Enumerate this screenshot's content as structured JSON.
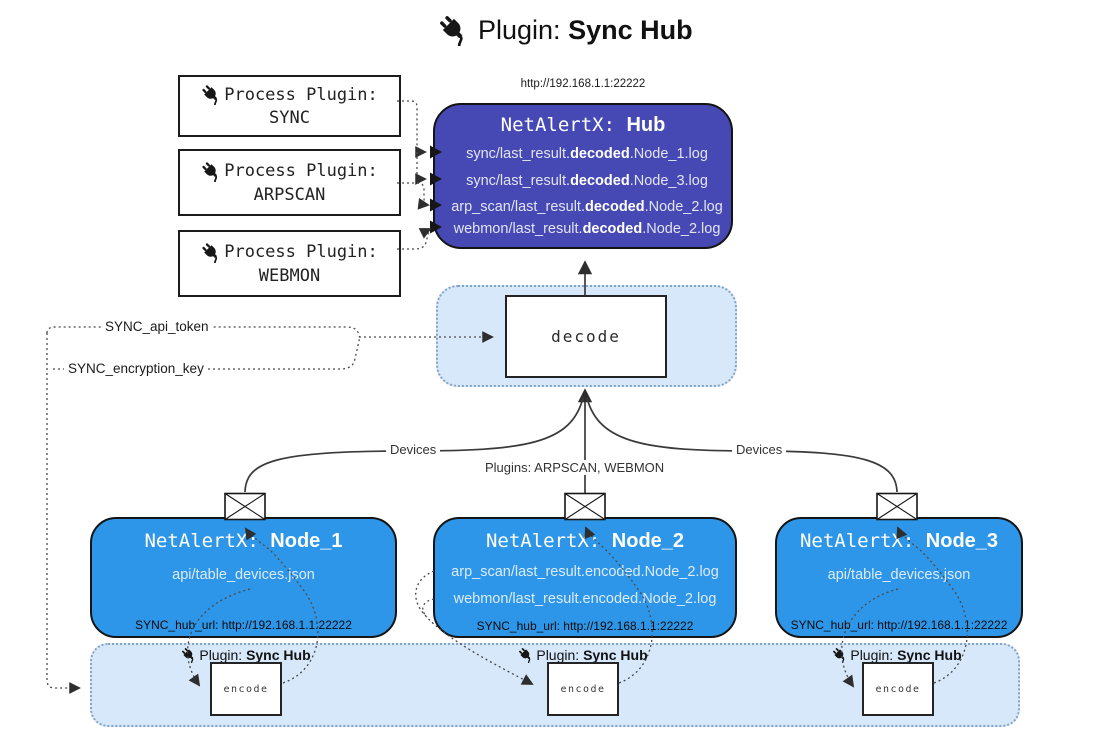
{
  "title": {
    "icon": "plug-icon",
    "pre": "Plugin: ",
    "bold": "Sync Hub"
  },
  "process_plugins": [
    {
      "label": "Process Plugin:",
      "name": "SYNC"
    },
    {
      "label": "Process Plugin:",
      "name": "ARPSCAN"
    },
    {
      "label": "Process Plugin:",
      "name": "WEBMON"
    }
  ],
  "hub": {
    "url": "http://192.168.1.1:22222",
    "title_pre": "NetAlertX: ",
    "title_bold": "Hub",
    "files": [
      {
        "pre": "sync/last_result.",
        "bold": "decoded",
        "post": ".Node_1.log"
      },
      {
        "pre": "sync/last_result.",
        "bold": "decoded",
        "post": ".Node_3.log"
      },
      {
        "pre": "arp_scan/last_result.",
        "bold": "decoded",
        "post": ".Node_2.log"
      },
      {
        "pre": "webmon/last_result.",
        "bold": "decoded",
        "post": ".Node_2.log"
      }
    ]
  },
  "decode": {
    "label": "decode"
  },
  "tokens": {
    "api_token": "SYNC_api_token",
    "encryption_key": "SYNC_encryption_key"
  },
  "edges": {
    "devices_left": "Devices",
    "devices_right": "Devices",
    "plugins_label": "Plugins: ARPSCAN, WEBMON"
  },
  "nodes": [
    {
      "title_pre": "NetAlertX: ",
      "title_bold": "Node_1",
      "files": [
        "api/table_devices.json"
      ],
      "hub_url": "SYNC_hub_url: http://192.168.1.1:22222"
    },
    {
      "title_pre": "NetAlertX: ",
      "title_bold": "Node_2",
      "files": [
        "arp_scan/last_result.encoded.Node_2.log",
        "webmon/last_result.encoded.Node_2.log"
      ],
      "hub_url": "SYNC_hub_url: http://192.168.1.1:22222"
    },
    {
      "title_pre": "NetAlertX: ",
      "title_bold": "Node_3",
      "files": [
        "api/table_devices.json"
      ],
      "hub_url": "SYNC_hub_url: http://192.168.1.1:22222"
    }
  ],
  "band": {
    "sections": [
      {
        "label_pre": "Plugin: ",
        "label_bold": "Sync Hub",
        "encode_label": "encode"
      },
      {
        "label_pre": "Plugin: ",
        "label_bold": "Sync Hub",
        "encode_label": "encode"
      },
      {
        "label_pre": "Plugin: ",
        "label_bold": "Sync Hub",
        "encode_label": "encode"
      }
    ]
  },
  "colors": {
    "hub_fill": "#4649b4",
    "node_fill": "#2e96e8",
    "panel_fill": "#d6e8fa",
    "panel_border": "#84a3c5",
    "line": "#3a3a3a",
    "text_on_blue": "#e2e4f2"
  }
}
